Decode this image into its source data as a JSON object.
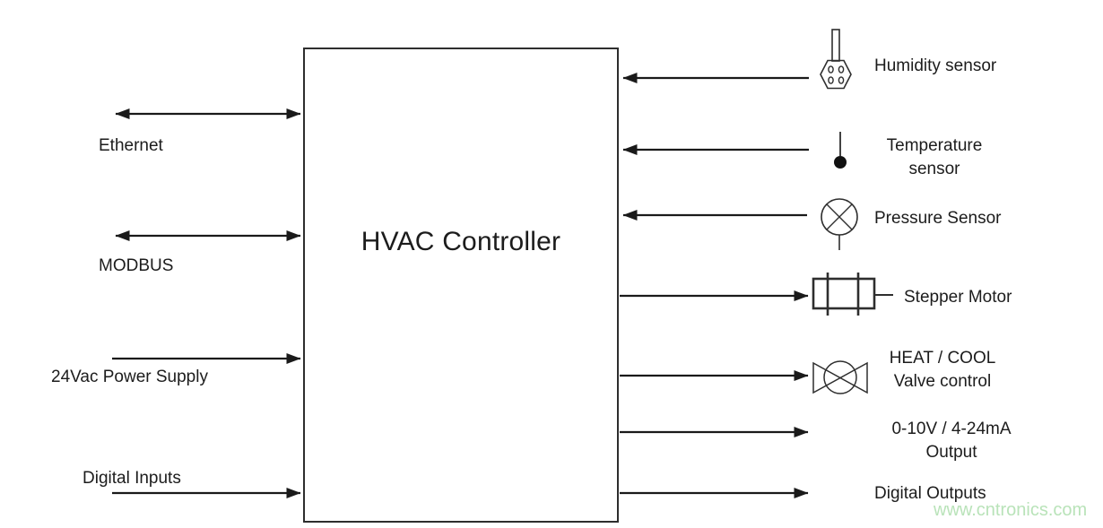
{
  "controller": {
    "title": "HVAC Controller"
  },
  "left_ports": [
    {
      "label": "Ethernet",
      "direction": "bidirectional"
    },
    {
      "label": "MODBUS",
      "direction": "bidirectional"
    },
    {
      "label": "24Vac Power Supply",
      "direction": "input"
    },
    {
      "label": "Digital Inputs",
      "direction": "input"
    }
  ],
  "right_ports": [
    {
      "label": "Humidity sensor",
      "icon": "humidity-sensor-icon",
      "direction": "input"
    },
    {
      "label_line1": "Temperature",
      "label_line2": "sensor",
      "icon": "temperature-sensor-icon",
      "direction": "input"
    },
    {
      "label": "Pressure Sensor",
      "icon": "pressure-sensor-icon",
      "direction": "input"
    },
    {
      "label": "Stepper Motor",
      "icon": "stepper-motor-icon",
      "direction": "output"
    },
    {
      "label_line1": "HEAT / COOL",
      "label_line2": "Valve control",
      "icon": "valve-icon",
      "direction": "output"
    },
    {
      "label_line1": "0-10V / 4-24mA",
      "label_line2": "Output",
      "direction": "output"
    },
    {
      "label": "Digital Outputs",
      "direction": "output"
    }
  ],
  "watermark": {
    "text": "www.cntronics.com",
    "color": "#b9e3b9"
  },
  "colors": {
    "background": "#ffffff",
    "line": "#1a1a1a",
    "text": "#1c1c1c"
  }
}
